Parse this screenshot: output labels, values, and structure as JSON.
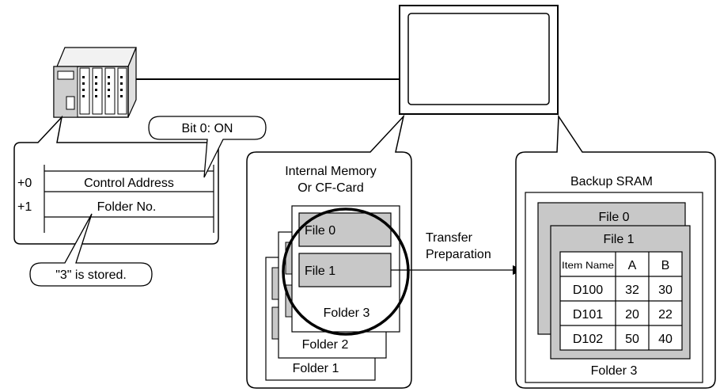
{
  "plc": {
    "speech_bit": "Bit 0: ON",
    "rows": [
      {
        "offset": "+0",
        "label": "Control Address"
      },
      {
        "offset": "+1",
        "label": "Folder No."
      }
    ],
    "speech_stored": "\"3\" is stored."
  },
  "internal": {
    "title_line1": "Internal Memory",
    "title_line2": "Or CF-Card",
    "file0": "File 0",
    "file1": "File 1",
    "folder3": "Folder 3",
    "folder2": "Folder 2",
    "folder1": "Folder 1"
  },
  "transfer": {
    "line1": "Transfer",
    "line2": "Preparation"
  },
  "backup": {
    "title": "Backup SRAM",
    "file0": "File 0",
    "file1": "File 1",
    "folder": "Folder 3",
    "table": {
      "headers": [
        "Item Name",
        "A",
        "B"
      ],
      "rows": [
        [
          "D100",
          "32",
          "30"
        ],
        [
          "D101",
          "20",
          "22"
        ],
        [
          "D102",
          "50",
          "40"
        ]
      ]
    }
  }
}
